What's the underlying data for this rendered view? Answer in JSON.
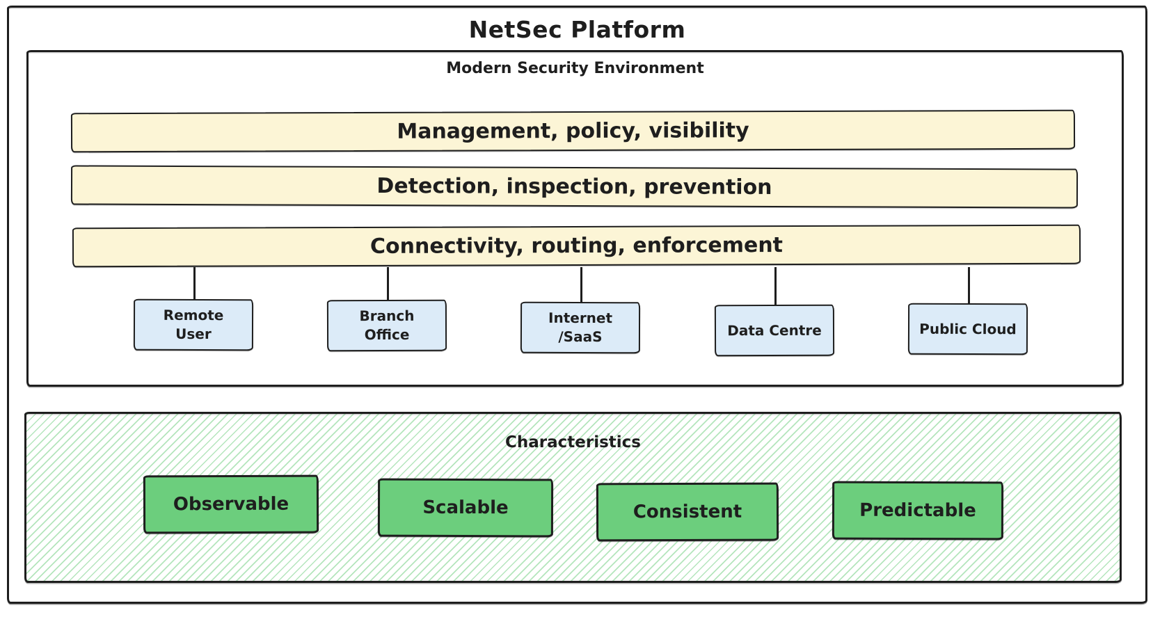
{
  "title": "NetSec Platform",
  "environment": {
    "title": "Modern Security Environment",
    "layers": [
      "Management, policy, visibility",
      "Detection, inspection, prevention",
      "Connectivity, routing, enforcement"
    ],
    "endpoints": [
      "Remote\nUser",
      "Branch\nOffice",
      "Internet\n/SaaS",
      "Data Centre",
      "Public Cloud"
    ]
  },
  "characteristics": {
    "title": "Characteristics",
    "items": [
      "Observable",
      "Scalable",
      "Consistent",
      "Predictable"
    ]
  },
  "colors": {
    "stroke": "#1e1e1e",
    "layer_fill": "#fcf5d6",
    "endpoint_fill": "#dcebf8",
    "characteristic_fill": "#6cce7d",
    "hatch_line": "#76d085",
    "background": "#ffffff"
  }
}
